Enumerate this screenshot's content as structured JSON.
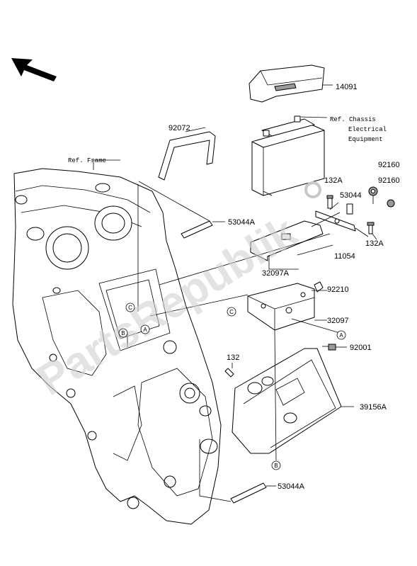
{
  "watermark": "PartsRepublik",
  "part_numbers": {
    "battery_cover": "14091",
    "bracket_92072": "92072",
    "rubber_53044A_top": "53044A",
    "nut_92160_a": "92160",
    "nut_92160_b": "92160",
    "bolt_132A_a": "132A",
    "bolt_132A_b": "132A",
    "collar_53044": "53044",
    "band_11054": "11054",
    "case_32097A": "32097A",
    "clip_92210": "92210",
    "bracket_32097": "32097",
    "bolt_92001": "92001",
    "bolt_132": "132",
    "cover_39156A": "39156A",
    "rubber_53044A_bottom": "53044A"
  },
  "refs": {
    "frame": "Ref. Frame",
    "chassis_line1": "Ref. Chassis",
    "chassis_line2": "Electrical",
    "chassis_line3": "Equipment"
  },
  "callouts": {
    "a": "A",
    "b": "B",
    "c": "C"
  },
  "icons": {
    "direction": "front-direction-arrow-icon"
  }
}
